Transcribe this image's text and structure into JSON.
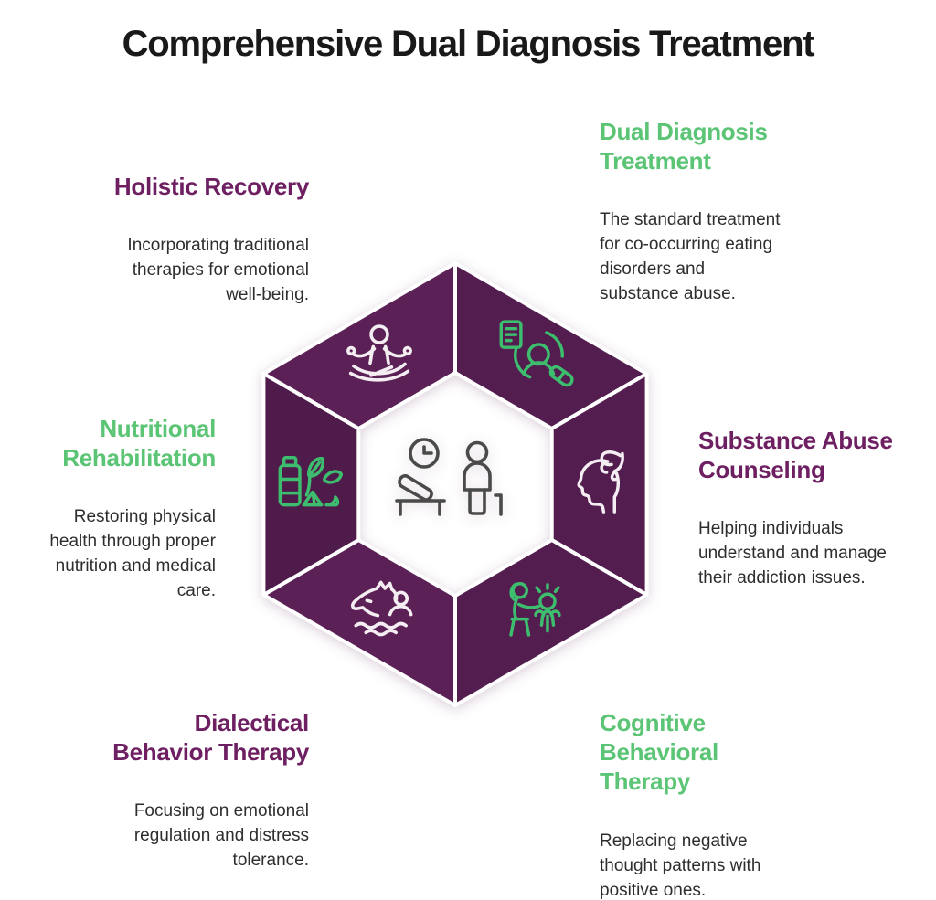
{
  "title": "Comprehensive Dual Diagnosis Treatment",
  "colors": {
    "title_color": "#191919",
    "body_color": "#2e2e2e",
    "purple_heading": "#6d1f61",
    "green_heading": "#5bc575",
    "icon_green": "#3dbe6e",
    "icon_white": "#f4eef3",
    "icon_gray": "#4a4a4a",
    "hex_a": "#5b2156",
    "hex_b": "#531d4f",
    "hex_c": "#4f1b4b",
    "divider": "#ffffff"
  },
  "sections": {
    "holistic": {
      "heading": "Holistic Recovery",
      "body": "Incorporating traditional\ntherapies for emotional\nwell-being.",
      "heading_color": "#6d1f61",
      "icon": "meditation-icon"
    },
    "dualdx": {
      "heading": "Dual Diagnosis\nTreatment",
      "body": "The standard treatment\nfor co-occurring eating\ndisorders and\nsubstance abuse.",
      "heading_color": "#5bc575",
      "icon": "patient-record-pill-icon"
    },
    "nutrition": {
      "heading": "Nutritional\nRehabilitation",
      "body": "Restoring physical\nhealth through proper\nnutrition and medical\ncare.",
      "heading_color": "#5bc575",
      "icon": "supplements-nutrition-icon"
    },
    "substance": {
      "heading": "Substance Abuse\nCounseling",
      "body": "Helping individuals\nunderstand and manage\ntheir addiction issues.",
      "heading_color": "#6d1f61",
      "icon": "hand-on-head-icon"
    },
    "dbt": {
      "heading": "Dialectical\nBehavior Therapy",
      "body": "Focusing on emotional\nregulation and distress\ntolerance.",
      "heading_color": "#6d1f61",
      "icon": "equine-therapy-icon"
    },
    "cbt": {
      "heading": "Cognitive\nBehavioral\nTherapy",
      "body": "Replacing negative\nthought patterns with\npositive ones.",
      "heading_color": "#5bc575",
      "icon": "therapist-with-child-icon"
    }
  },
  "center": {
    "icon": "therapy-session-icon"
  }
}
